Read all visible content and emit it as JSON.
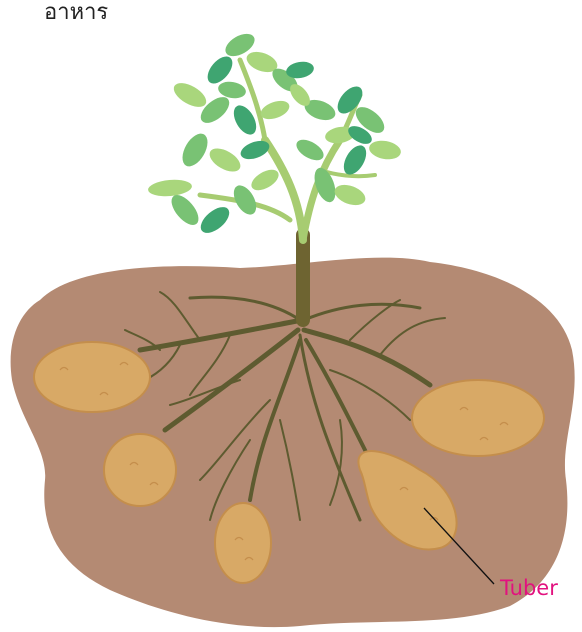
{
  "top_text": "อาหาร",
  "labels": {
    "tuber": "Tuber"
  },
  "colors": {
    "label": "#e2127f",
    "soil": "#b48a73",
    "tuber": "#d8a966",
    "tuber_outline": "#c48e4c",
    "root": "#5e5b30",
    "stem_lower": "#6e6431",
    "stem_upper": "#a7cc71",
    "leaf_light": "#a9d67c",
    "leaf_mid": "#79c274",
    "leaf_dark": "#3fa571"
  },
  "icons": {
    "plant": "potato-plant-illustration"
  }
}
